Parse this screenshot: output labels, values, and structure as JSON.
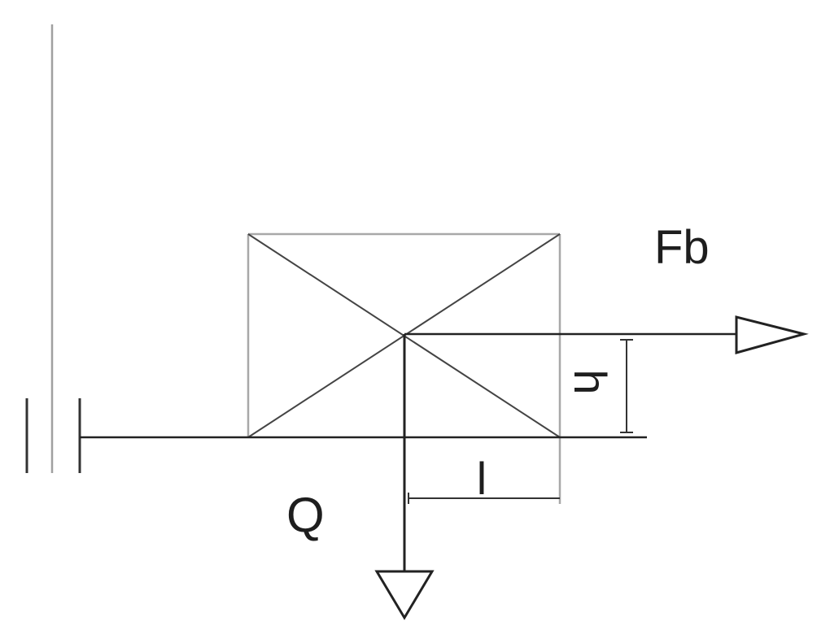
{
  "labels": {
    "force_horizontal": "Fb",
    "force_vertical": "Q",
    "dimension_height": "h",
    "dimension_length": "l"
  },
  "colors": {
    "stroke_dark": "#222222",
    "stroke_light": "#a8a8a8",
    "stroke_mid": "#8a8a8a",
    "background": "#ffffff"
  }
}
